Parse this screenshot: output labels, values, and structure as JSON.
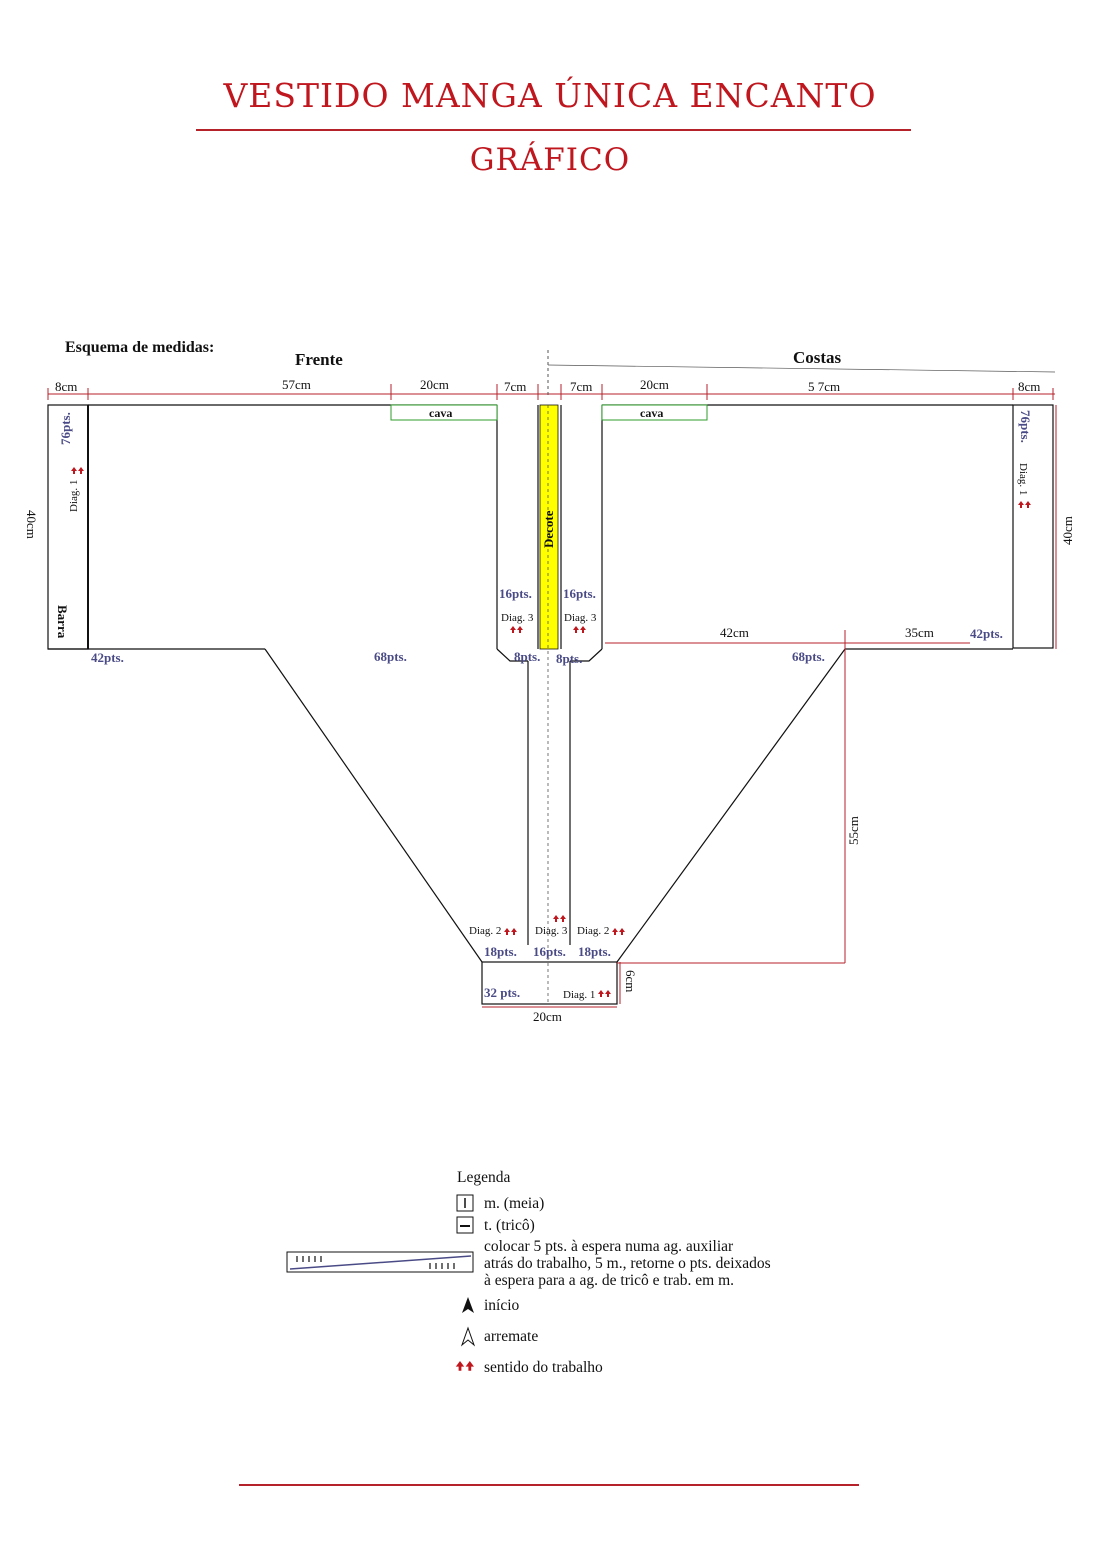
{
  "header": {
    "title": "VESTIDO MANGA ÚNICA ENCANTO",
    "subtitle": "GRÁFICO",
    "accent_color": "#c0161e"
  },
  "schema": {
    "heading": "Esquema de medidas:",
    "front_label": "Frente",
    "back_label": "Costas",
    "top_measures": {
      "front_edge": "8cm",
      "front_body": "57cm",
      "front_armhole": "20cm",
      "front_neck": "7cm",
      "back_neck": "7cm",
      "back_armhole": "20cm",
      "back_body": "5 7cm",
      "back_edge": "8cm"
    },
    "cava_label": "cava",
    "decote_label": "Decote",
    "barra_label": "Barra",
    "height_left": "40cm",
    "height_right": "40cm",
    "left_pts_76": "76pts.",
    "right_pts_76": "76pts.",
    "diag1_label": "Diag. 1",
    "diag2_label": "Diag. 2",
    "diag3_label": "Diag. 3",
    "left_pts_42": "42pts.",
    "right_pts_42": "42pts.",
    "left_pts_68": "68pts.",
    "right_pts_68": "68pts.",
    "neck_left_16": "16pts.",
    "neck_right_16": "16pts.",
    "neck_left_8": "8pts.",
    "neck_right_8": "8pts.",
    "back_42cm": "42cm",
    "back_35cm": "35cm",
    "sleeve_55cm": "55cm",
    "bottom_left_18": "18pts.",
    "bottom_center_16": "16pts.",
    "bottom_right_18": "18pts.",
    "cuff_32": "32 pts.",
    "cuff_height": "6cm",
    "cuff_width": "20cm",
    "decote_color": "#ffff00",
    "cava_color": "#2e9d2e",
    "arrow_color": "#c0161e"
  },
  "legend": {
    "title": "Legenda",
    "knit_label": "m. (meia)",
    "purl_label": "t. (tricô)",
    "cable_line1": "colocar 5 pts. à espera numa ag. auxiliar",
    "cable_line2": "atrás do trabalho, 5 m., retorne o pts. deixados",
    "cable_line3": "à espera para a ag. de tricô e trab. em m.",
    "start_label": "início",
    "bindoff_label": "arremate",
    "direction_label": "sentido do trabalho"
  }
}
